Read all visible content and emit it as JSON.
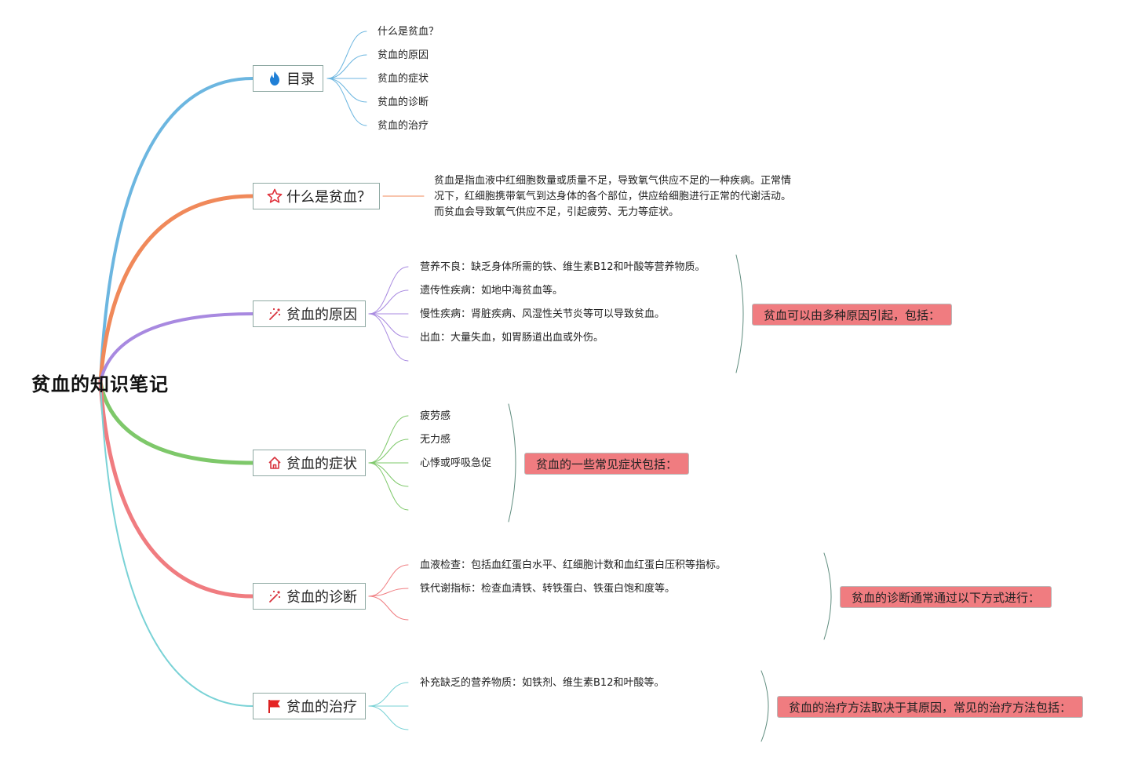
{
  "root": {
    "title": "贫血的知识笔记"
  },
  "branches": [
    {
      "id": "toc",
      "label": "目录",
      "icon": "flame-icon",
      "color": "#6cb6e0",
      "children": [
        "什么是贫血？",
        "贫血的原因",
        "贫血的症状",
        "贫血的诊断",
        "贫血的治疗"
      ]
    },
    {
      "id": "what",
      "label": "什么是贫血？",
      "icon": "star-icon",
      "color": "#f0895a",
      "description": [
        "贫血是指血液中红细胞数量或质量不足，导致氧气供应不足的一种疾病。正常情",
        "况下，红细胞携带氧气到达身体的各个部位，供应给细胞进行正常的代谢活动。",
        "而贫血会导致氧气供应不足，引起疲劳、无力等症状。"
      ]
    },
    {
      "id": "causes",
      "label": "贫血的原因",
      "icon": "sparkle-icon",
      "color": "#a889e0",
      "children": [
        "营养不良：缺乏身体所需的铁、维生素B12和叶酸等营养物质。",
        "遗传性疾病：如地中海贫血等。",
        "慢性疾病：肾脏疾病、风湿性关节炎等可以导致贫血。",
        "出血：大量失血，如胃肠道出血或外伤。"
      ],
      "summary": "贫血可以由多种原因引起，包括："
    },
    {
      "id": "symptoms",
      "label": "贫血的症状",
      "icon": "home-icon",
      "color": "#7ec86a",
      "children": [
        "疲劳感",
        "无力感",
        "心悸或呼吸急促"
      ],
      "summary": "贫血的一些常见症状包括："
    },
    {
      "id": "diagnosis",
      "label": "贫血的诊断",
      "icon": "sparkle-icon",
      "color": "#f07c80",
      "children": [
        "血液检查：包括血红蛋白水平、红细胞计数和血红蛋白压积等指标。",
        "铁代谢指标：检查血清铁、转铁蛋白、铁蛋白饱和度等。"
      ],
      "summary": "贫血的诊断通常通过以下方式进行："
    },
    {
      "id": "treatment",
      "label": "贫血的治疗",
      "icon": "flag-icon",
      "color": "#79d2d6",
      "children": [
        "补充缺乏的营养物质：如铁剂、维生素B12和叶酸等。"
      ],
      "summary": "贫血的治疗方法取决于其原因，常见的治疗方法包括："
    }
  ],
  "colors": {
    "summary_fill": "#f07c80",
    "node_border": "#8fa9a3",
    "bracket": "#5f8c7e"
  }
}
